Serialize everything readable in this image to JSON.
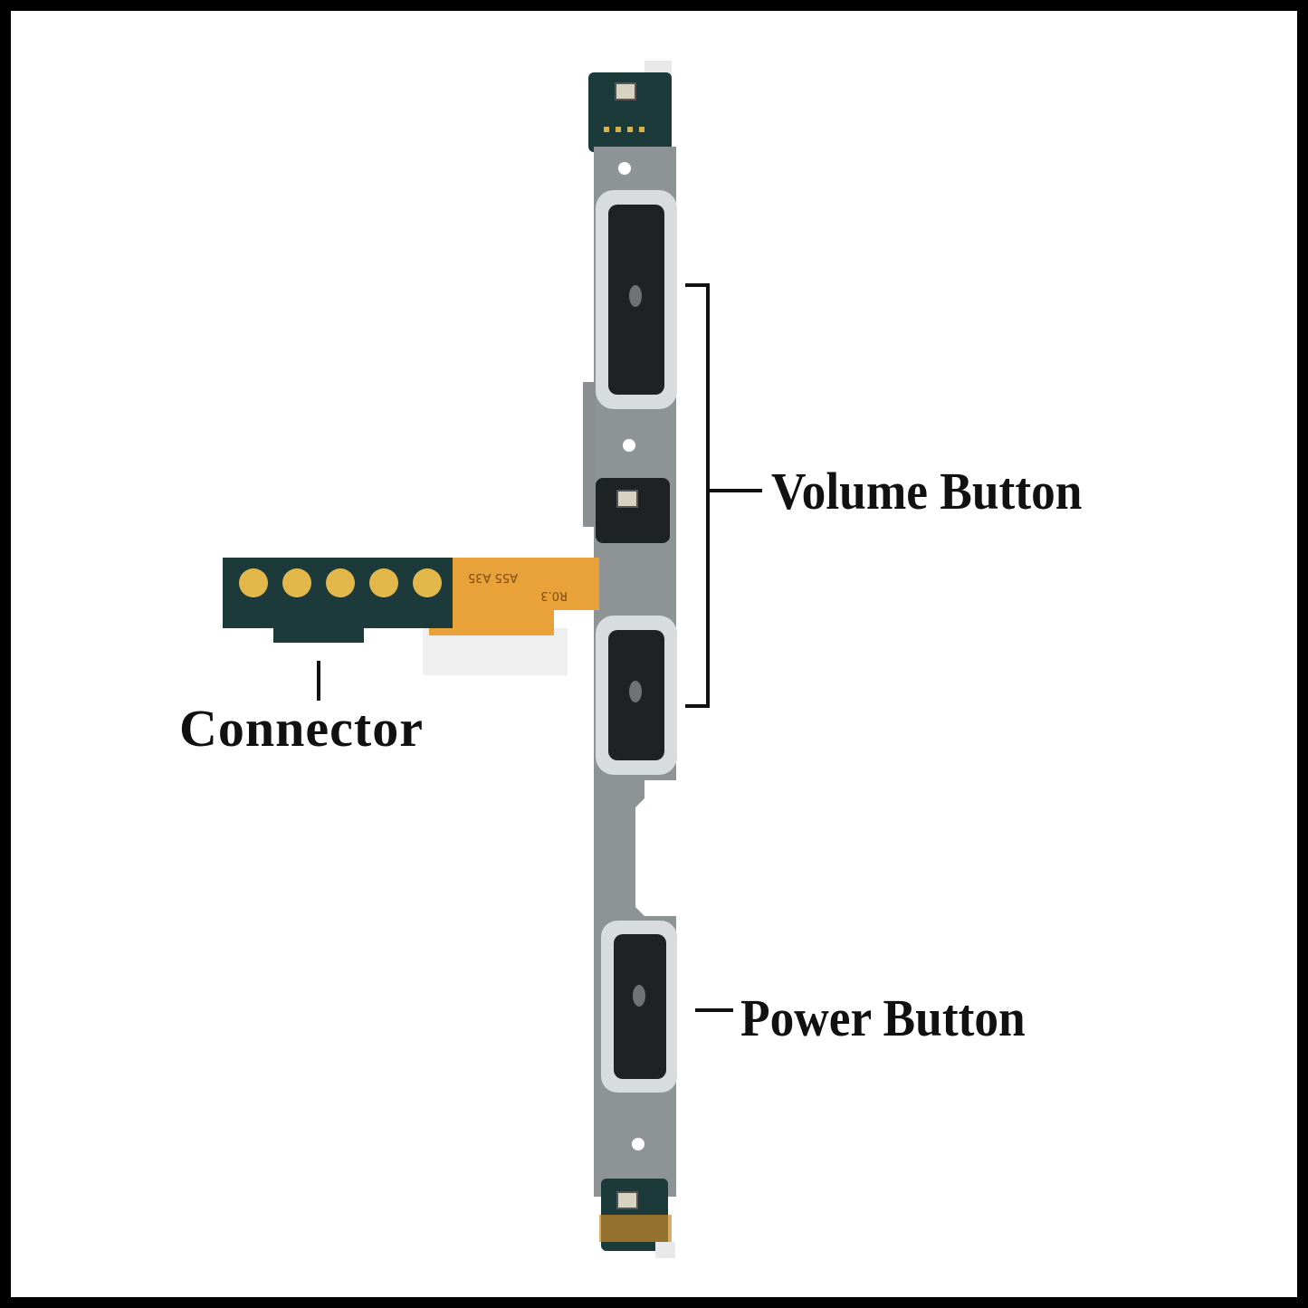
{
  "labels": {
    "volume": "Volume Button",
    "power": "Power Button",
    "connector": "Connector"
  },
  "flex_print": {
    "line1": "A55 A35",
    "line2": "R0.3"
  },
  "colors": {
    "frame": "#000000",
    "background": "#ffffff",
    "bracket_body": "#8e9396",
    "button_rim": "#d9dcdd",
    "button_face": "#1f2224",
    "pcb": "#1d3a3a",
    "contact_gold": "#e3b84b",
    "flex_orange": "#e9a23a",
    "label_text": "#111111"
  }
}
